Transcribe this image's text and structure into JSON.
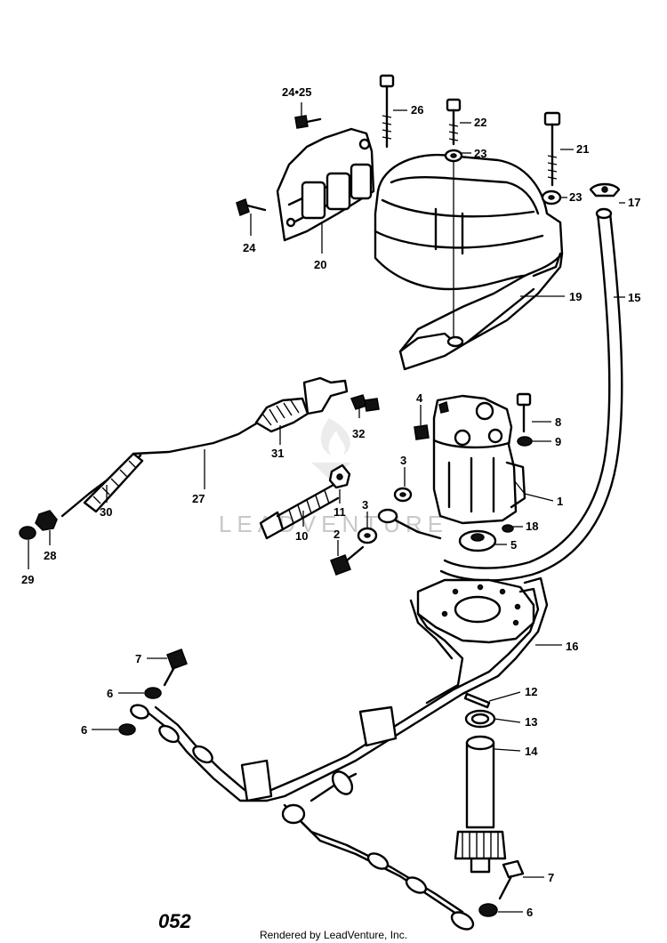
{
  "page_number": "052",
  "footer": "Rendered by LeadVenture, Inc.",
  "watermark": "LEADVENTURE",
  "colors": {
    "line": "#000000",
    "background": "#ffffff",
    "watermark": "#c8c8c8"
  },
  "callouts": [
    "24•25",
    "26",
    "22",
    "23",
    "21",
    "23",
    "17",
    "24",
    "20",
    "19",
    "15",
    "4",
    "8",
    "9",
    "11",
    "32",
    "31",
    "27",
    "30",
    "28",
    "29",
    "3",
    "3",
    "10",
    "2",
    "1",
    "18",
    "5",
    "16",
    "7",
    "6",
    "6",
    "12",
    "13",
    "14",
    "7",
    "6"
  ]
}
